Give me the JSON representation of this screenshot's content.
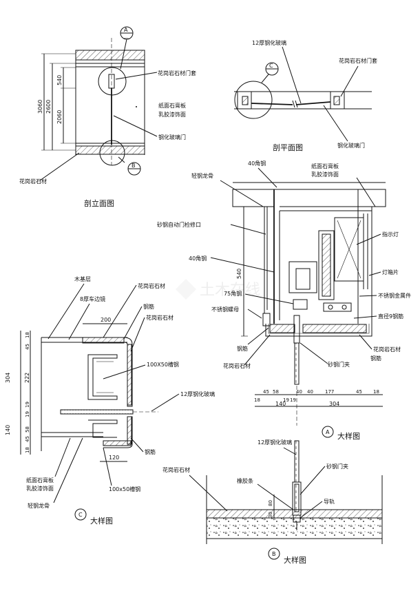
{
  "elevation": {
    "title": "剖立面图",
    "callout_top": "A",
    "callout_bottom": "B",
    "label_granite_sleeve": "花岗岩石材门套",
    "label_gypsum_line1": "纸面石膏板",
    "label_gypsum_line2": "乳胶漆饰面",
    "label_glass_door": "钢化玻璃门",
    "label_granite": "花岗岩石材",
    "dim_total": "3060",
    "dim_upper": "540",
    "dim_mid": "2600",
    "dim_lower": "2060"
  },
  "plan": {
    "title": "剖平面图",
    "callout": "C",
    "label_glass": "12厚钢化玻璃",
    "label_granite_sleeve": "花岗岩石材门套",
    "label_glass_door": "钢化玻璃门"
  },
  "detail_a": {
    "callout": "A",
    "title": "大样图",
    "label_angle_steel": "40角钢",
    "label_keel": "轻钢龙骨",
    "label_gypsum_line1": "纸面石膏板",
    "label_gypsum_line2": "乳胶漆饰面",
    "label_access_panel": "砂钢自动门检修口",
    "label_angle_steel2": "40角钢",
    "label_indicator": "指示灯",
    "label_light_piece": "灯箱片",
    "label_ss_fitting": "不锈钢金属件",
    "label_rebar9": "直径9钢筋",
    "label_angle75": "75角钢",
    "label_ss_nut": "不锈钢螺母",
    "label_rebar": "钢筋",
    "label_granite_right": "花岗岩石材",
    "label_rebar_right": "钢筋",
    "label_clamp": "砂钢门夹",
    "label_granite_left": "花岗岩石材",
    "dim_height": "540",
    "dims_row1": [
      "18",
      "45",
      "58",
      "19",
      "19",
      "40",
      "40",
      "177",
      "45",
      "18"
    ],
    "dims_row2": [
      "140",
      "304"
    ]
  },
  "detail_b": {
    "callout": "B",
    "title": "大样图",
    "label_glass": "12厚钢化玻璃",
    "label_clamp": "砂钢门夹",
    "label_granite": "花岗岩石材",
    "label_rubber": "橡胶条",
    "label_rail": "导轨",
    "dim_a": "80",
    "dim_b": "30"
  },
  "detail_c": {
    "callout": "C",
    "title": "大样图",
    "label_wood_base": "木基层",
    "label_mirror": "8厚车边镜",
    "label_granite_top": "花岗岩石材",
    "label_rebar_top": "钢筋",
    "label_granite_mid": "花岗岩石材",
    "label_channel_steel": "100X50槽钢",
    "label_glass": "12厚钢化玻璃",
    "label_rebar_bottom": "钢筋",
    "label_channel_steel2": "100x50槽钢",
    "label_gypsum_line1": "纸面石膏板",
    "label_gypsum_line2": "乳胶漆饰面",
    "label_keel": "轻钢龙骨",
    "dim_width_top": "200",
    "dim_width_bottom": "120",
    "dims_vertical": [
      "18",
      "45",
      "304",
      "222",
      "19",
      "19",
      "140",
      "58",
      "45",
      "18"
    ]
  },
  "watermark": "土木在线"
}
